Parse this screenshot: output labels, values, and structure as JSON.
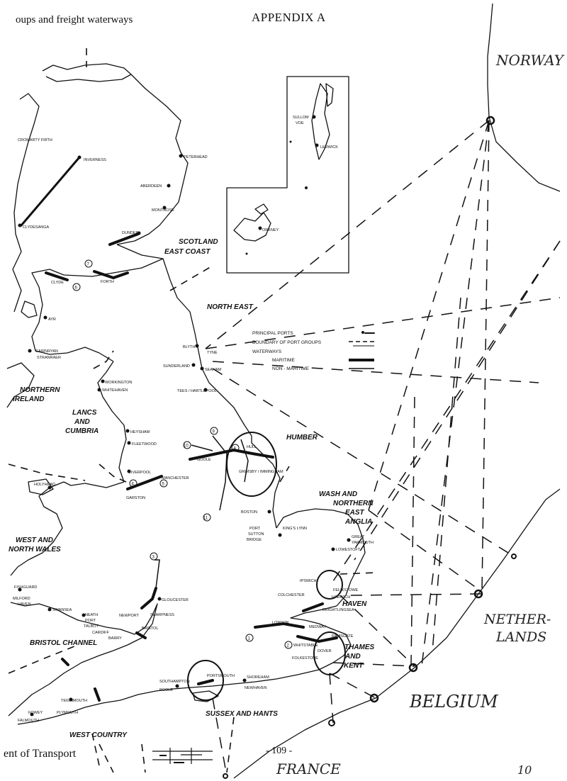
{
  "header": {
    "title_fragment": "oups and freight waterways",
    "appendix": "APPENDIX A"
  },
  "footer": {
    "source_fragment": "ent of Transport",
    "page_number": "- 109 -"
  },
  "handwritten": {
    "norway": "NORWAY",
    "netherlands_1": "NETHER-",
    "netherlands_2": "LANDS",
    "belgium": "BELGIUM",
    "france": "FRANCE",
    "page_mark": "10"
  },
  "regions": {
    "scotland_1": "SCOTLAND",
    "scotland_2": "EAST COAST",
    "north_east": "NORTH EAST",
    "northern_ireland_1": "NORTHERN",
    "northern_ireland_2": "IRELAND",
    "lancs_1": "LANCS",
    "lancs_2": "AND",
    "lancs_3": "CUMBRIA",
    "humber": "HUMBER",
    "wash_1": "WASH AND",
    "wash_2": "NORTHERN",
    "wash_3": "EAST",
    "wash_4": "ANGLIA",
    "west_wales_1": "WEST AND",
    "west_wales_2": "NORTH WALES",
    "bristol_channel": "BRISTOL CHANNEL",
    "haven": "HAVEN",
    "thames_1": "THAMES",
    "thames_2": "AND",
    "thames_3": "KENT",
    "sussex": "SUSSEX AND HANTS",
    "west_country": "WEST COUNTRY"
  },
  "legend": {
    "principal_ports": "PRINCIPAL PORTS",
    "boundary": "BOUNDARY OF PORT GROUPS",
    "waterways": "WATERWAYS",
    "maritime": "MARITIME",
    "non_maritime": "NON - MARITIME"
  },
  "ports": {
    "cromarty": "CROMARTY FIRTH",
    "inverness": "INVERNESS",
    "peterhead": "PETERHEAD",
    "aberdeen": "ABERDEEN",
    "montrose": "MONTROSE",
    "dundee": "DUNDEE",
    "forth": "FORTH",
    "clyde": "CLYDE",
    "clydesdale": "CLYDESANGA",
    "ayr": "AYR",
    "cairnryan": "CAIRNRYAN",
    "stranraer": "STRANRAER",
    "sullom": "SULLOM",
    "voe": "VOE",
    "lerwick": "LERWICK",
    "orkney": "ORKNEY",
    "blyth": "BLYTH",
    "tyne": "TYNE",
    "sunderland": "SUNDERLAND",
    "seaham": "SEAHAM",
    "tees": "TEES / HARTLEPOOL",
    "workington": "WORKINGTON",
    "whitehaven": "WHITEHAVEN",
    "heysham": "HEYSHAM",
    "fleetwood": "FLEETWOOD",
    "liverpool": "LIVERPOOL",
    "manchester": "MANCHESTER",
    "garston": "GARSTON",
    "goole": "GOOLE",
    "hull": "HULL",
    "grimsby": "GRIMSBY / IMMINGHAM",
    "boston": "BOSTON",
    "port_sutton_1": "PORT",
    "port_sutton_2": "SUTTON",
    "port_sutton_3": "BRIDGE",
    "kings_lynn": "KING'S LYNN",
    "great_yarmouth_1": "GREAT",
    "great_yarmouth_2": "YARMOUTH",
    "lowestoft": "LOWESTOFT",
    "ipswich": "IPSWICH",
    "felixstowe": "FELIXSTOWE",
    "harwich": "HARWICH",
    "colchester": "COLCHESTER",
    "brightlingsea": "BRIGHTLINGSEA",
    "london": "LONDON",
    "medway": "MEDWAY",
    "ramsgate": "RAMSGATE",
    "whitstable": "WHITSTABLE",
    "dover": "DOVER",
    "folkestone": "FOLKESTONE",
    "gloucester": "GLOUCESTER",
    "sharpness": "SHARPNESS",
    "newport": "NEWPORT",
    "bristol": "BRISTOL",
    "cardiff": "CARDIFF",
    "barry": "BARRY",
    "swansea": "SWANSEA",
    "neath": "NEATH",
    "port_talbot_1": "PORT",
    "port_talbot_2": "TALBOT",
    "fishguard": "FISHGUARD",
    "milford_1": "MILFORD",
    "milford_2": "HAVEN",
    "holyhead": "HOLYHEAD",
    "southampton": "SOUTHAMPTON",
    "portsmouth": "PORTSMOUTH",
    "shoreham": "SHOREHAM",
    "newhaven": "NEWHAVEN",
    "poole": "POOLE",
    "teignmouth": "TEIGNMOUTH",
    "plymouth": "PLYMOUTH",
    "fowey": "FOWEY",
    "falmouth": "FALMOUTH"
  },
  "waterway_markers": [
    "1",
    "2",
    "3",
    "4",
    "5",
    "6",
    "7",
    "8",
    "9",
    "10",
    "11"
  ]
}
